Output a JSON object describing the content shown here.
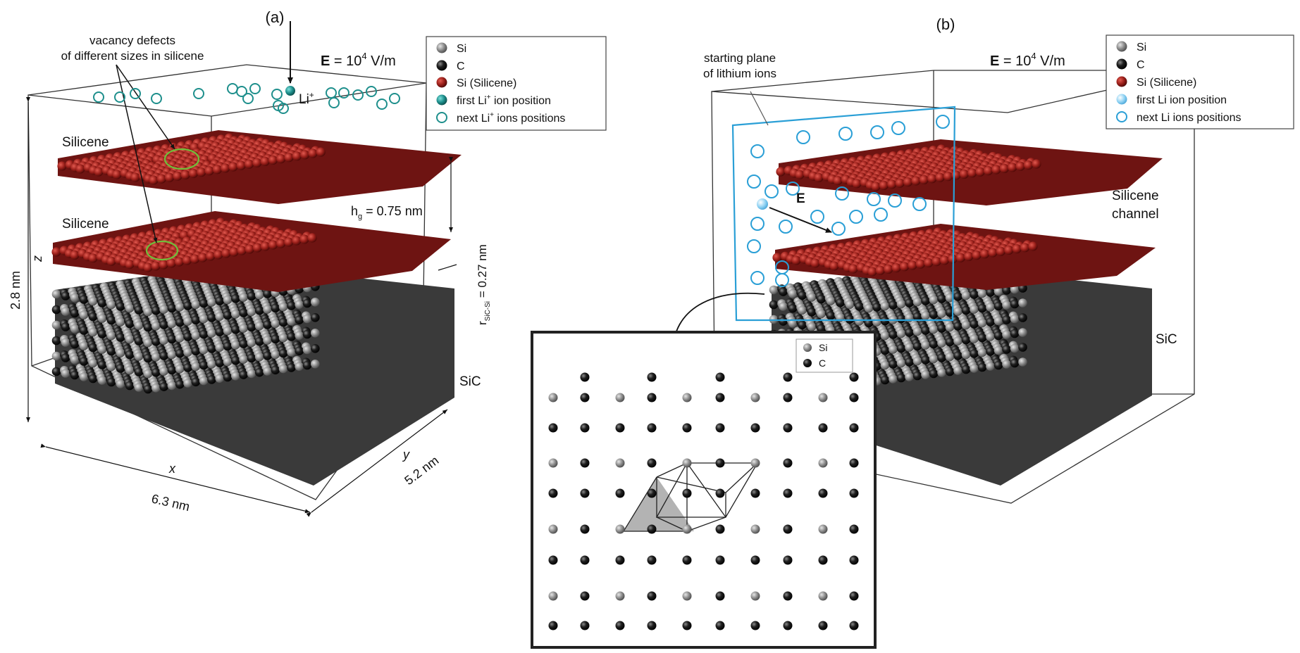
{
  "panel_a": {
    "label": "(a)",
    "field": {
      "symbol": "E",
      "value_text": " = 10",
      "exp": "4",
      "unit": " V/m"
    },
    "annotation": {
      "line1": "vacancy defects",
      "line2": "of different sizes in silicene"
    },
    "li_label": {
      "base": "Li",
      "sup": "+"
    },
    "silicene_top": "Silicene",
    "silicene_bottom": "Silicene",
    "spacing": {
      "h": "h",
      "sub": "g",
      "rest": " = 0.75 nm"
    },
    "rsic": {
      "r": "r",
      "sub": "SiC-Si",
      "rest": " = 0.27 nm"
    },
    "sic": "SiC",
    "dims": {
      "height": "2.8 nm",
      "z": "z",
      "x": "x",
      "length": "6.3 nm",
      "y": "y",
      "depth": "5.2 nm"
    },
    "legend": [
      {
        "key": "si",
        "text": "Si",
        "sup": ""
      },
      {
        "key": "c",
        "text": "C",
        "sup": ""
      },
      {
        "key": "silicene",
        "text": "Si (Silicene)",
        "sup": ""
      },
      {
        "key": "first",
        "text_a": "first Li",
        "sup": "+",
        "text_b": " ion position"
      },
      {
        "key": "next",
        "text_a": "next Li",
        "sup": "+",
        "text_b": " ions positions"
      }
    ]
  },
  "panel_b": {
    "label": "(b)",
    "field": {
      "symbol": "E",
      "value_text": " = 10",
      "exp": "4",
      "unit": " V/m"
    },
    "annotation": {
      "line1": "starting plane",
      "line2": "of lithium ions"
    },
    "e_arrow": "E",
    "channel": {
      "line1": "Silicene",
      "line2": "channel"
    },
    "sic": "SiC",
    "legend": [
      {
        "key": "si",
        "text": "Si"
      },
      {
        "key": "c",
        "text": "C"
      },
      {
        "key": "silicene",
        "text": "Si (Silicene)"
      },
      {
        "key": "first",
        "text": "first Li ion position"
      },
      {
        "key": "next",
        "text": "next Li ions positions"
      }
    ],
    "inset_legend": [
      {
        "key": "si",
        "text": "Si"
      },
      {
        "key": "c",
        "text": "C"
      }
    ]
  },
  "colors": {
    "silicene": "#8e1a16",
    "si": "#8a8a8a",
    "c": "#141414",
    "li_teal": "#1e8f8c",
    "li_blue": "#2a9fd6",
    "defect_ring": "#6fbf3a"
  }
}
